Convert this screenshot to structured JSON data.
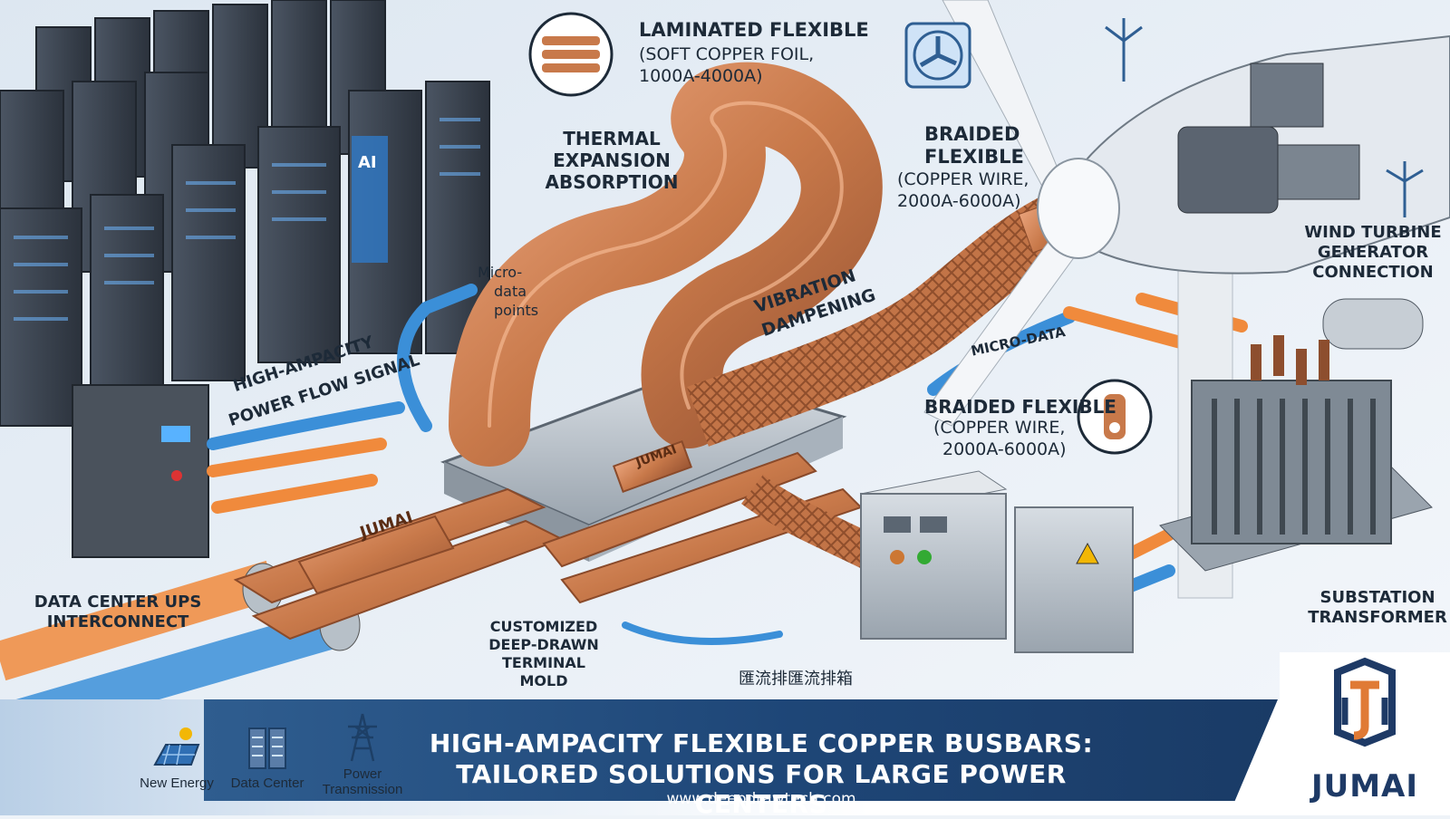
{
  "callouts": {
    "laminated": {
      "title": "LAMINATED FLEXIBLE",
      "detail_1": "(SOFT COPPER FOIL,",
      "detail_2": "1000A-4000A)"
    },
    "thermal": [
      "THERMAL",
      "EXPANSION",
      "ABSORPTION"
    ],
    "braided_top": {
      "title_1": "BRAIDED",
      "title_2": "FLEXIBLE",
      "detail_1": "(COPPER WIRE,",
      "detail_2": "2000A-6000A)"
    },
    "braided_mid": {
      "title": "BRAIDED FLEXIBLE",
      "detail_1": "(COPPER WIRE,",
      "detail_2": "2000A-6000A)"
    },
    "wind": [
      "WIND TURBINE",
      "GENERATOR",
      "CONNECTION"
    ],
    "vibration": [
      "VIBRATION",
      "DAMPENING"
    ],
    "micro_data_left": [
      "Micro-",
      "data",
      "points"
    ],
    "micro_data_right": "MICRO-DATA",
    "power_flow": [
      "HIGH-AMPACITY",
      "POWER FLOW SIGNAL"
    ],
    "ups": [
      "DATA CENTER UPS",
      "INTERCONNECT"
    ],
    "mold": [
      "CUSTOMIZED",
      "DEEP-DRAWN",
      "TERMINAL",
      "MOLD"
    ],
    "substation": [
      "SUBSTATION",
      "TRANSFORMER"
    ],
    "busbar_box": "匯流排匯流排箱",
    "ai_badge": "AI",
    "busbar_mark_1": "JUMAI",
    "busbar_mark_2": "JUMAI"
  },
  "banner": {
    "headline_1": "HIGH-AMPACITY FLEXIBLE COPPER BUSBARS:",
    "headline_2": "TAILORED SOLUTIONS FOR LARGE POWER CENTERS",
    "website": "www.deepdrawtech.com",
    "categories": [
      {
        "label": "New Energy",
        "icon": "solar-panel-icon"
      },
      {
        "label": "Data Center",
        "icon": "server-icon"
      },
      {
        "label_1": "Power",
        "label_2": "Transmission",
        "icon": "pylon-icon"
      }
    ]
  },
  "logo": {
    "text": "JUMAI",
    "mark": "jumai-logo"
  },
  "colors": {
    "copper": "#c8794a",
    "navy": "#1e4677",
    "flow_orange": "#f08a3c",
    "flow_blue": "#3b8fd8",
    "steel": "#a9b3bd"
  }
}
